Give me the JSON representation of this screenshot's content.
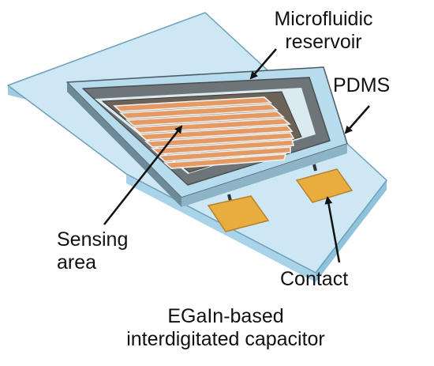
{
  "labels": {
    "reservoir": [
      "Microfluidic",
      "reservoir"
    ],
    "pdms": "PDMS",
    "sensing": [
      "Sensing",
      "area"
    ],
    "contact": "Contact",
    "caption": [
      "EGaIn-based",
      "interdigitated capacitor"
    ]
  },
  "colors": {
    "pdms": "#cde8f4",
    "wall": "#a9d3e8",
    "electrode": "#e49a62",
    "contact_pad": "#e9ac3e"
  }
}
